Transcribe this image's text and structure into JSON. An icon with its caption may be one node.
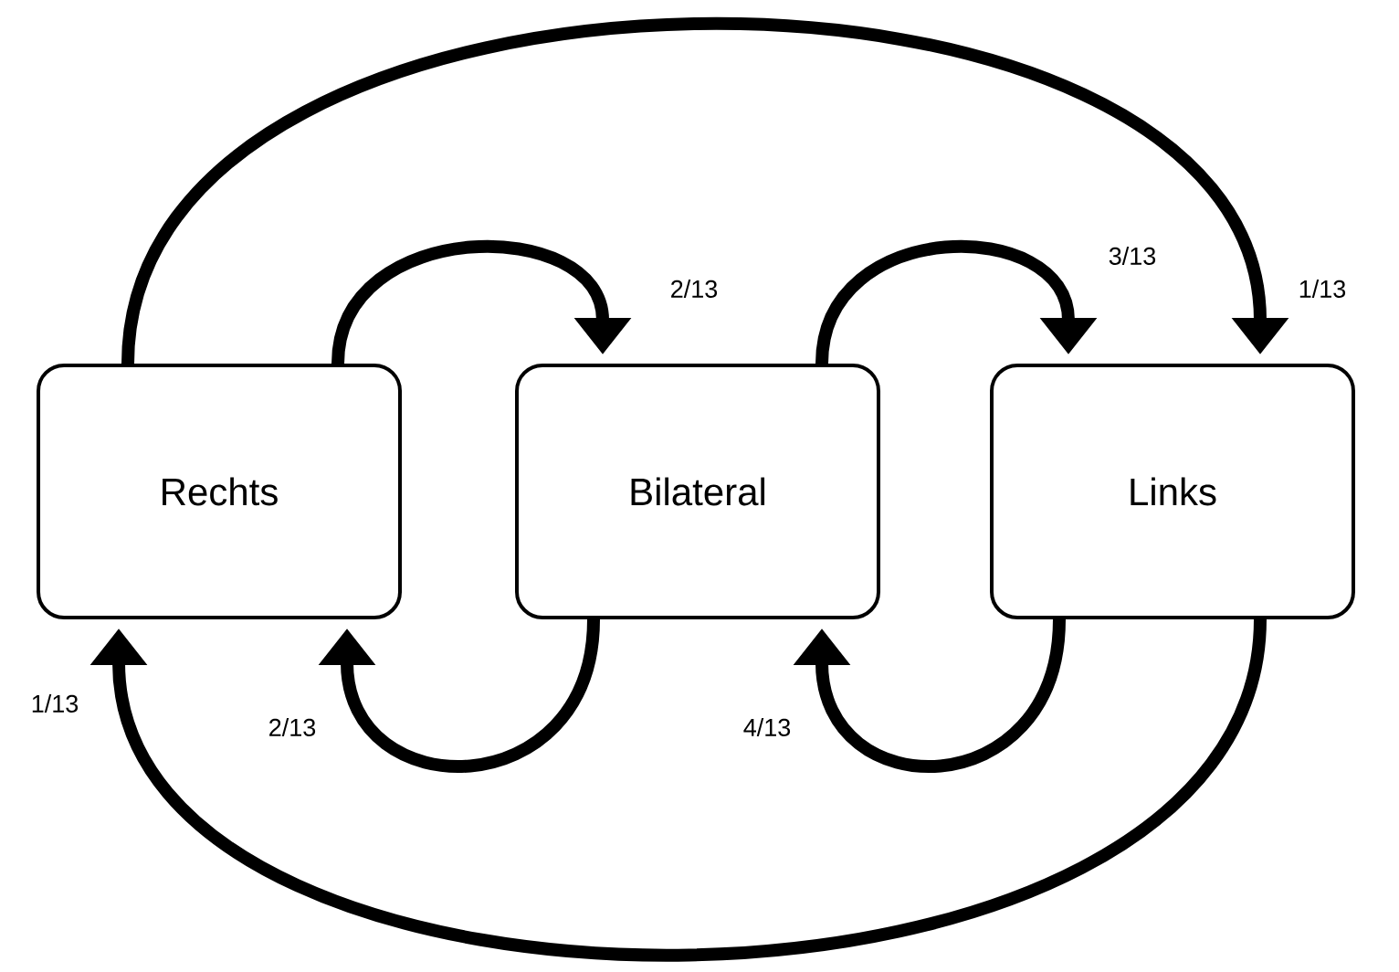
{
  "diagram": {
    "nodes": [
      {
        "text": [
          "Rechts"
        ]
      },
      {
        "text": [
          "Bilateral"
        ]
      },
      {
        "text": [
          "Links"
        ]
      }
    ],
    "edges": [
      {
        "from": 0,
        "to": 1,
        "arrow": "to",
        "label": "2/13"
      },
      {
        "from": 1,
        "to": 2,
        "arrow": "to",
        "label": "3/13"
      },
      {
        "from": 0,
        "to": 2,
        "arrow": "to",
        "label": "1/13"
      },
      {
        "from": 1,
        "to": 0,
        "arrow": "to",
        "label": "2/13"
      },
      {
        "from": 2,
        "to": 1,
        "arrow": "to",
        "label": "4/13"
      },
      {
        "from": 2,
        "to": 0,
        "arrow": "to",
        "label": "1/13"
      }
    ]
  }
}
